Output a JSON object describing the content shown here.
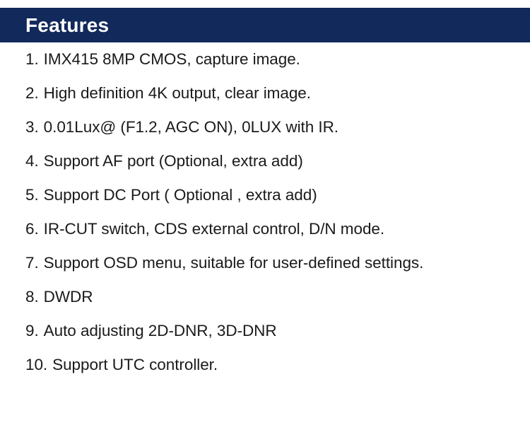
{
  "colors": {
    "header_background": "#12295b",
    "header_text": "#ffffff",
    "body_background": "#ffffff",
    "body_text": "#1a1a1a"
  },
  "header": {
    "title": "Features"
  },
  "features": {
    "items": [
      {
        "number": "1.",
        "text": "IMX415 8MP CMOS, capture image."
      },
      {
        "number": "2.",
        "text": "High definition 4K output, clear image."
      },
      {
        "number": "3.",
        "text": "0.01Lux@ (F1.2, AGC ON), 0LUX with IR."
      },
      {
        "number": "4.",
        "text": "Support AF port (Optional, extra add)"
      },
      {
        "number": "5.",
        "text": "Support DC Port ( Optional , extra add)"
      },
      {
        "number": "6.",
        "text": "IR-CUT switch, CDS external control, D/N mode."
      },
      {
        "number": "7.",
        "text": "Support OSD menu, suitable for user-defined settings."
      },
      {
        "number": "8.",
        "text": "DWDR"
      },
      {
        "number": "9.",
        "text": "Auto adjusting 2D-DNR, 3D-DNR"
      },
      {
        "number": "10.",
        "text": "Support UTC controller."
      }
    ]
  }
}
